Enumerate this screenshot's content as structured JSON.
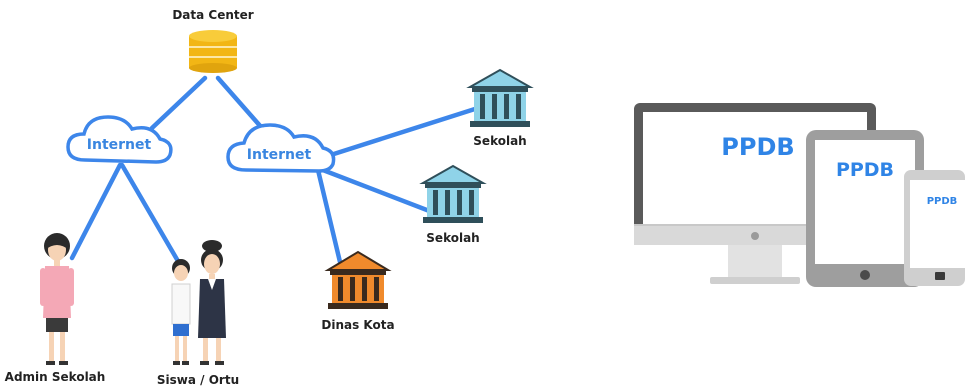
{
  "diagram": {
    "nodes": {
      "data_center": "Data Center",
      "internet_left": "Internet",
      "internet_right": "Internet",
      "sekolah_top": "Sekolah",
      "sekolah_mid": "Sekolah",
      "dinas_kota": "Dinas Kota",
      "admin_sekolah": "Admin Sekolah",
      "siswa_ortu": "Siswa / Ortu"
    },
    "devices": {
      "monitor_label": "PPDB",
      "tablet_label": "PPDB",
      "phone_label": "PPDB"
    },
    "colors": {
      "link": "#3d86ea",
      "cloud_stroke": "#3d86ea",
      "database": "#f2b615",
      "school_building": "#8fd3e8",
      "city_office": "#f08a2c",
      "device_frame": "#5a5a5a",
      "ppdb_text": "#2f84e6"
    }
  }
}
